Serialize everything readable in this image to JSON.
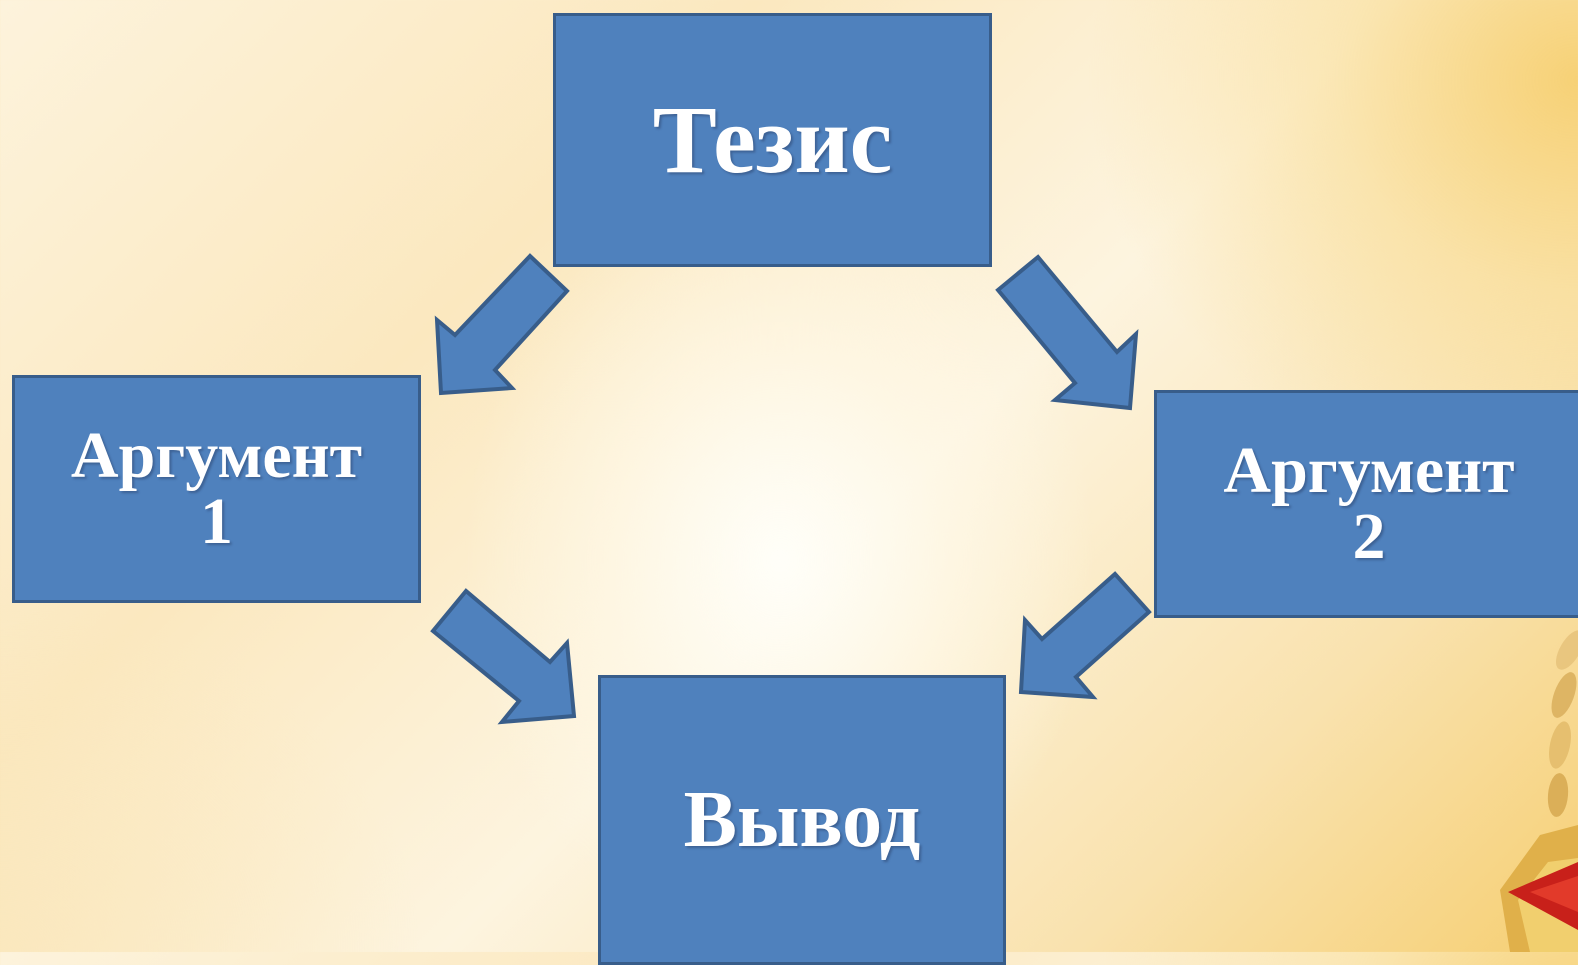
{
  "diagram": {
    "nodes": [
      {
        "id": "thesis",
        "label": "Тезис"
      },
      {
        "id": "argument1",
        "label": "Аргумент\n1"
      },
      {
        "id": "argument2",
        "label": "Аргумент\n2"
      },
      {
        "id": "conclusion",
        "label": "Вывод"
      }
    ],
    "edges": [
      {
        "from": "thesis",
        "to": "argument1"
      },
      {
        "from": "thesis",
        "to": "argument2"
      },
      {
        "from": "argument1",
        "to": "conclusion"
      },
      {
        "from": "argument2",
        "to": "conclusion"
      }
    ]
  },
  "colors": {
    "box_fill": "#4f81bd",
    "box_border": "#385d8a",
    "text": "#ffffff",
    "background_gold": "#f6cf73",
    "background_cream": "#fdf3dc"
  }
}
